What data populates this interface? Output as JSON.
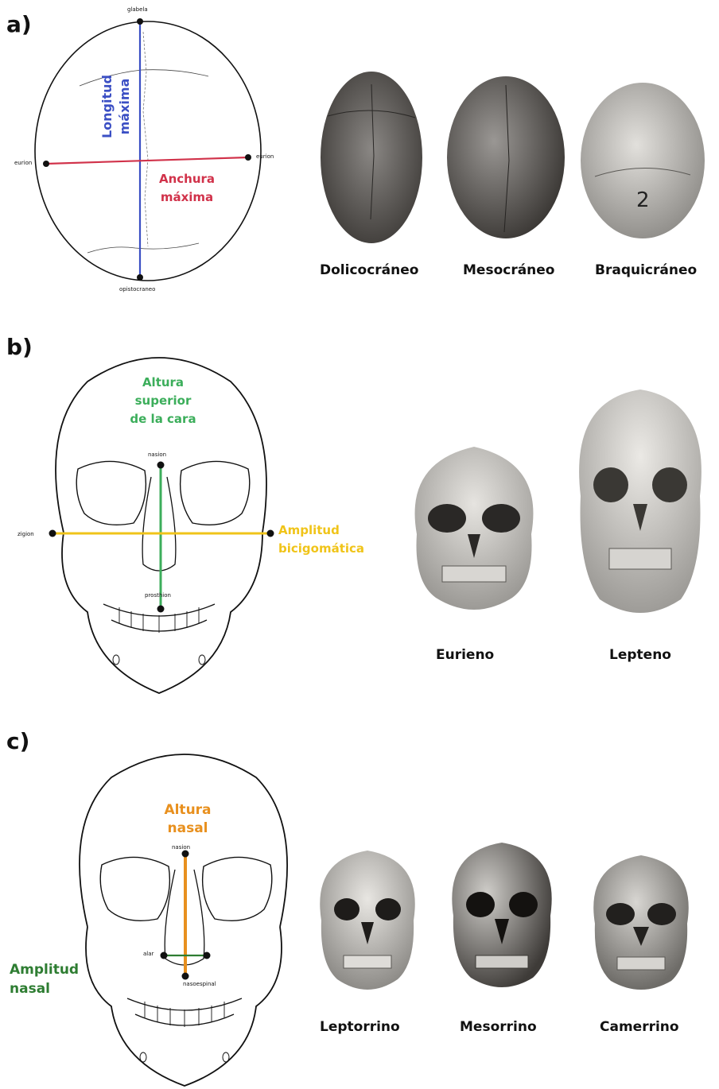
{
  "colors": {
    "length_line": "#3b4fc4",
    "width_line": "#d1324a",
    "upper_face": "#3cae5b",
    "bizygomatic": "#f0c419",
    "nasal_height": "#e8901e",
    "nasal_width": "#2e7d32",
    "outline": "#111111"
  },
  "panel_a": {
    "label": "a)",
    "diagram": {
      "top_point": "glabela",
      "bottom_point": "opistocraneo",
      "left_point": "eurion",
      "right_point": "eurion",
      "length_label_line1": "Longitud",
      "length_label_line2": "máxima",
      "width_label_line1": "Anchura",
      "width_label_line2": "máxima"
    },
    "captions": [
      "Dolicocráneo",
      "Mesocráneo",
      "Braquicráneo"
    ]
  },
  "panel_b": {
    "label": "b)",
    "diagram": {
      "height_label_line1": "Altura",
      "height_label_line2": "superior",
      "height_label_line3": "de la cara",
      "top_point": "nasion",
      "bottom_point": "prosthion",
      "side_point": "zigion",
      "width_label_line1": "Amplitud",
      "width_label_line2": "bicigomática"
    },
    "captions": [
      "Eurieno",
      "Lepteno"
    ]
  },
  "panel_c": {
    "label": "c)",
    "diagram": {
      "height_label_line1": "Altura",
      "height_label_line2": "nasal",
      "top_point": "nasion",
      "side_point": "alar",
      "bottom_point": "nasoespinal",
      "width_label_line1": "Amplitud",
      "width_label_line2": "nasal"
    },
    "captions": [
      "Leptorrino",
      "Mesorrino",
      "Camerrino"
    ]
  }
}
